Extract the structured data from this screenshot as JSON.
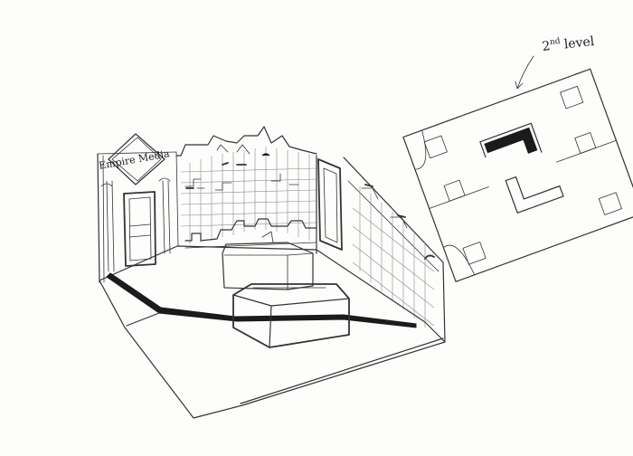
{
  "labels": {
    "sign_text": "Empire Media",
    "level_ordinal": "2",
    "level_suffix": "nd",
    "level_word": "level"
  },
  "colors": {
    "paper": "#fdfdfc",
    "ink": "#333333",
    "heavy_ink": "#1b1b1b",
    "grid": "#8a8a8a"
  }
}
